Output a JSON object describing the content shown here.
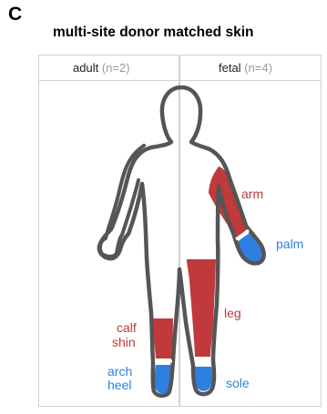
{
  "panel_letter": "C",
  "title": "multi-site donor matched skin",
  "columns": [
    {
      "label": "adult",
      "count": "(n=2)"
    },
    {
      "label": "fetal",
      "count": "(n=4)"
    }
  ],
  "sites": {
    "arm": "arm",
    "palm": "palm",
    "leg": "leg",
    "calf": "calf",
    "shin": "shin",
    "arch": "arch",
    "heel": "heel",
    "sole": "sole"
  },
  "colors": {
    "dorsal_skin": "#c0393b",
    "volar_skin": "#2f7fe0",
    "outline": "#555555",
    "frame": "#d2d2d2"
  }
}
